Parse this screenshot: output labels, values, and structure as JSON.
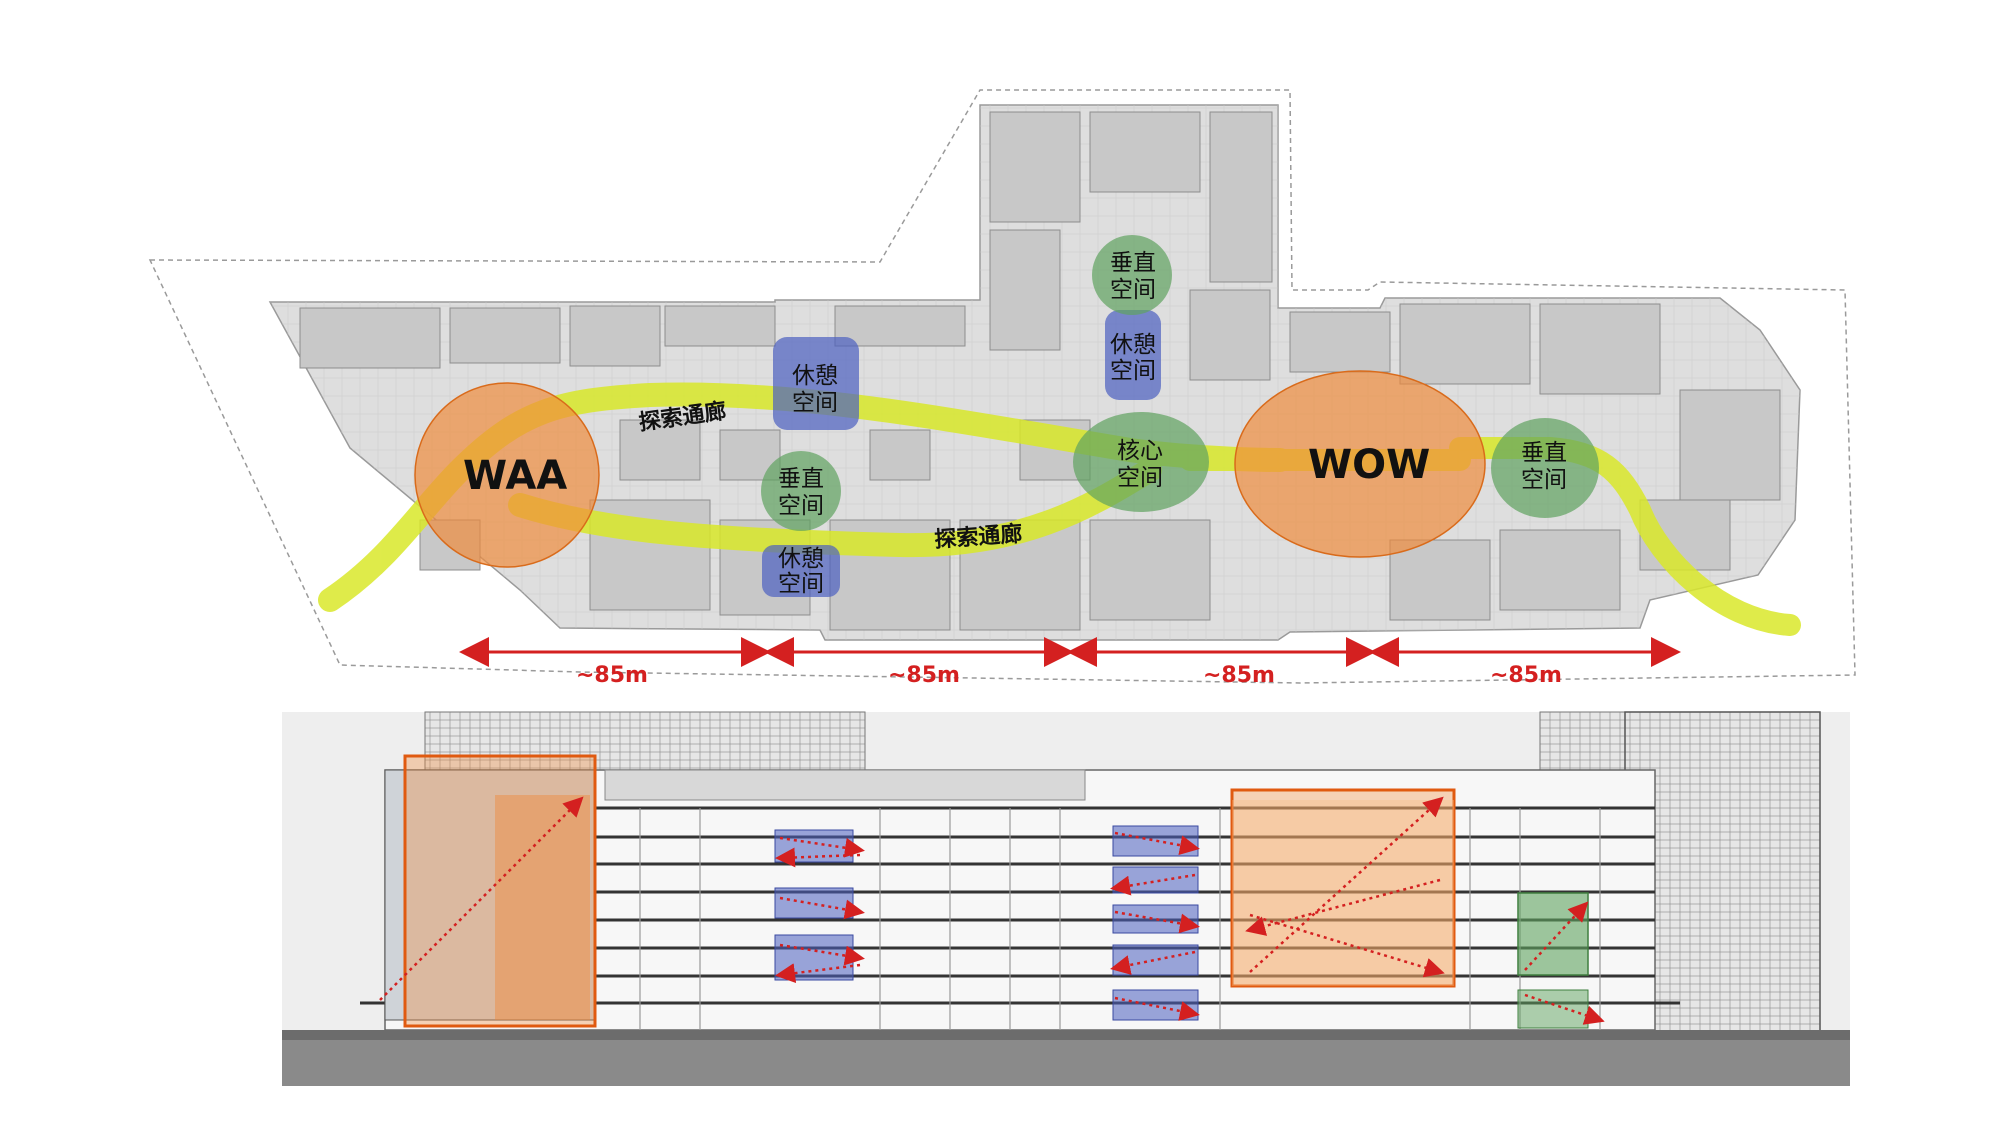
{
  "colors": {
    "orange": "#f08a3a",
    "green": "#5fa35f",
    "blue": "#4b5fc0",
    "yellow": "#d9e82a",
    "red": "#d42020",
    "plan_gray": "#d9d9d9"
  },
  "plan": {
    "zones": {
      "waa": "WAA",
      "wow": "WOW"
    },
    "nodes": {
      "rest_top_1": "休憩",
      "rest_top_2": "空间",
      "vertical_left_1": "垂直",
      "vertical_left_2": "空间",
      "rest_bottom_1": "休憩",
      "rest_bottom_2": "空间",
      "vertical_top_1": "垂直",
      "vertical_top_2": "空间",
      "rest_mid_1": "休憩",
      "rest_mid_2": "空间",
      "core_1": "核心",
      "core_2": "空间",
      "vertical_right_1": "垂直",
      "vertical_right_2": "空间"
    },
    "corridors": {
      "upper": "探索通廊",
      "lower": "探索通廊"
    },
    "dimensions": [
      "~85m",
      "~85m",
      "~85m",
      "~85m"
    ]
  },
  "section": {
    "icons": [
      "orange-atrium-frame",
      "blue-void-box",
      "green-core-box",
      "red-dotted-circulation-arrow"
    ]
  }
}
